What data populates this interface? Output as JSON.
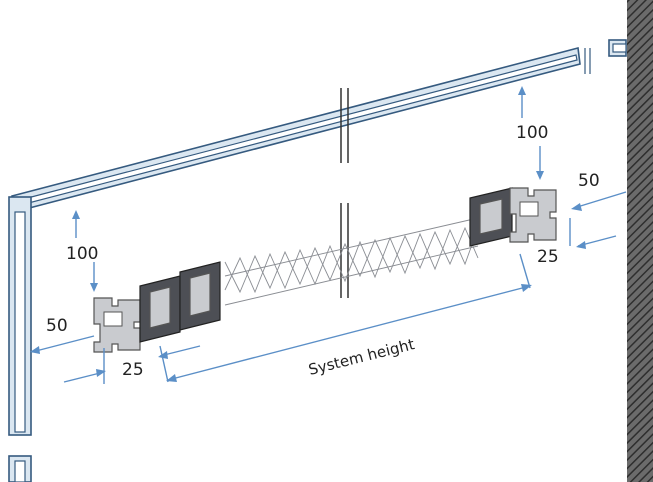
{
  "labels": {
    "upper_offset": "100",
    "upper_side": "50",
    "upper_lip": "25",
    "lower_offset": "100",
    "lower_side": "50",
    "lower_lip": "25",
    "system_height": "System height"
  },
  "colors": {
    "dimension_line": "#5b8fc7",
    "rail_fill": "#dbe7f1",
    "rail_stroke": "#355a7f",
    "profile_light": "#c9cbcf",
    "profile_dark": "#4d4f55",
    "wall": "#4a4a4a"
  }
}
